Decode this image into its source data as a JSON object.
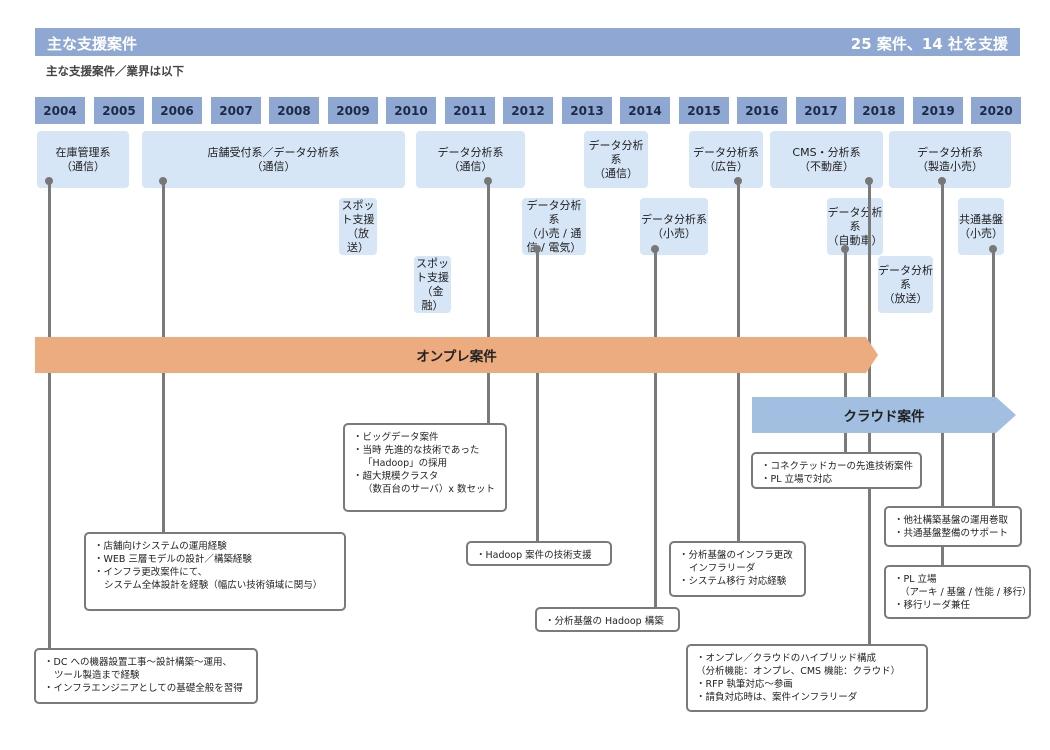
{
  "header": {
    "title": "主な支援案件",
    "summary": "25 案件、14 社を支援",
    "subtitle": "主な支援案件／業界は以下"
  },
  "years": [
    "2004",
    "2005",
    "2006",
    "2007",
    "2008",
    "2009",
    "2010",
    "2011",
    "2012",
    "2013",
    "2014",
    "2015",
    "2016",
    "2017",
    "2018",
    "2019",
    "2020"
  ],
  "projects": [
    {
      "text": "在庫管理系\n（通信）"
    },
    {
      "text": "店舗受付系／データ分析系\n（通信）"
    },
    {
      "text": "データ分析系\n（通信）"
    },
    {
      "text": "データ分析系\n（通信）"
    },
    {
      "text": "データ分析系\n（広告）"
    },
    {
      "text": "CMS・分析系\n（不動産）"
    },
    {
      "text": "データ分析系\n（製造小売）"
    },
    {
      "text": "スポット支援\n（放送）"
    },
    {
      "text": "データ分析系\n（小売 / 通信 / 電気）"
    },
    {
      "text": "データ分析系\n（小売）"
    },
    {
      "text": "データ分析系\n（自動車）"
    },
    {
      "text": "共通基盤\n（小売）"
    },
    {
      "text": "スポット支援\n（金融）"
    },
    {
      "text": "データ分析系\n（放送）"
    }
  ],
  "arrows": {
    "onprem": "オンプレ案件",
    "cloud": "クラウド案件"
  },
  "notes": [
    {
      "lines": [
        "・ビッグデータ案件",
        "・当時 先進的な技術であった",
        "「Hadoop」の採用",
        "・超大規模クラスタ",
        "（数百台のサーバ）x 数セット"
      ]
    },
    {
      "lines": [
        "・コネクテッドカーの先進技術案件",
        "・PL 立場で対応"
      ]
    },
    {
      "lines": [
        "・他社構築基盤の運用巻取",
        "・共通基盤整備のサポート"
      ]
    },
    {
      "lines": [
        "・店舗向けシステムの運用経験",
        "・WEB 三層モデルの設計／構築経験",
        "・インフラ更改案件にて、",
        "システム全体設計を経験（幅広い技術領域に関与）"
      ]
    },
    {
      "lines": [
        "・Hadoop 案件の技術支援"
      ]
    },
    {
      "lines": [
        "・分析基盤のインフラ更改",
        "インフラリーダ",
        "・システム移行 対応経験"
      ]
    },
    {
      "lines": [
        "・PL 立場",
        "（アーキ / 基盤 / 性能 / 移行）",
        "・移行リーダ兼任"
      ]
    },
    {
      "lines": [
        "・分析基盤の Hadoop 構築"
      ]
    },
    {
      "lines": [
        "・DC への機器設置工事～設計構築～運用、",
        "ツール製造まで経験",
        "・インフラエンジニアとしての基礎全般を習得"
      ]
    },
    {
      "lines": [
        "・オンプレ／クラウドのハイブリッド構成",
        "（分析機能：オンプレ、CMS 機能：クラウド）",
        "・RFP 執筆対応～参画",
        "・請負対応時は、案件インフラリーダ"
      ]
    }
  ]
}
